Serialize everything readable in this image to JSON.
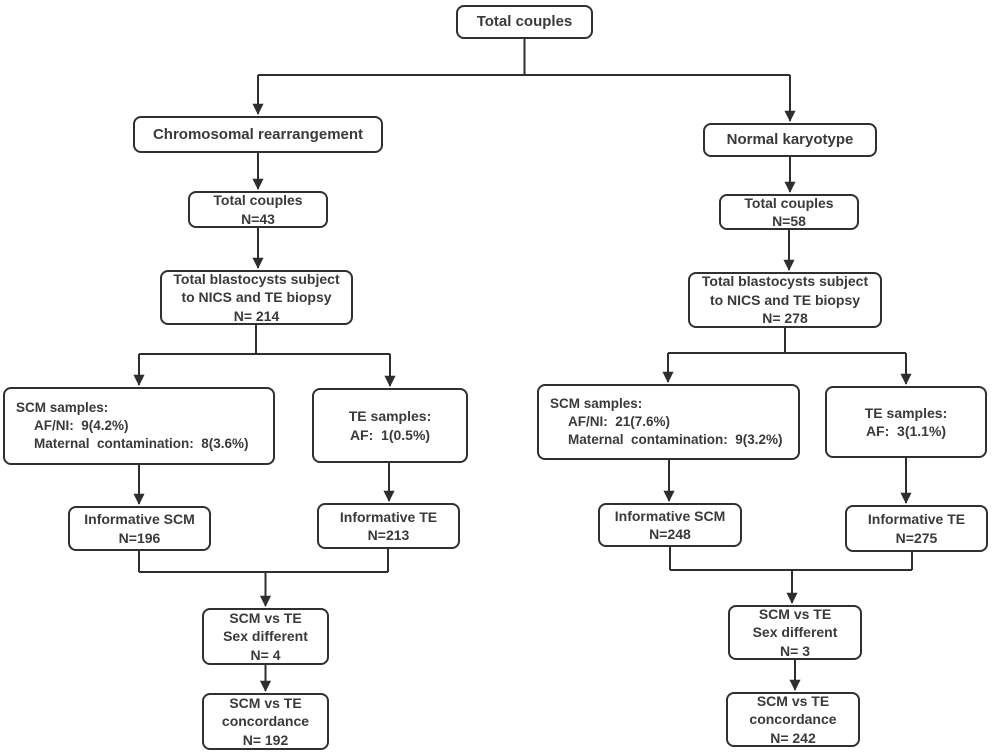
{
  "diagram": {
    "root": {
      "label": "Total couples"
    },
    "left_branch": {
      "header": "Chromosomal rearrangement",
      "total_couples": {
        "title": "Total couples",
        "n": "N=43"
      },
      "blastocysts": {
        "line1": "Total blastocysts subject",
        "line2": "to NICS and TE biopsy",
        "n": "N= 214"
      },
      "scm_samples": {
        "title": "SCM samples:",
        "af_ni": "AF/NI:  9(4.2%)",
        "maternal": "Maternal  contamination:  8(3.6%)"
      },
      "te_samples": {
        "title": "TE samples:",
        "af": "AF:  1(0.5%)"
      },
      "informative_scm": {
        "title": "Informative SCM",
        "n": "N=196"
      },
      "informative_te": {
        "title": "Informative TE",
        "n": "N=213"
      },
      "sex_different": {
        "line1": "SCM vs TE",
        "line2": "Sex different",
        "n": "N= 4"
      },
      "concordance": {
        "line1": "SCM vs TE",
        "line2": "concordance",
        "n": "N= 192"
      }
    },
    "right_branch": {
      "header": "Normal karyotype",
      "total_couples": {
        "title": "Total couples",
        "n": "N=58"
      },
      "blastocysts": {
        "line1": "Total blastocysts subject",
        "line2": "to NICS and TE biopsy",
        "n": "N= 278"
      },
      "scm_samples": {
        "title": "SCM samples:",
        "af_ni": "AF/NI:  21(7.6%)",
        "maternal": "Maternal  contamination:  9(3.2%)"
      },
      "te_samples": {
        "title": "TE samples:",
        "af": "AF:  3(1.1%)"
      },
      "informative_scm": {
        "title": "Informative SCM",
        "n": "N=248"
      },
      "informative_te": {
        "title": "Informative TE",
        "n": "N=275"
      },
      "sex_different": {
        "line1": "SCM vs TE",
        "line2": "Sex different",
        "n": "N= 3"
      },
      "concordance": {
        "line1": "SCM vs TE",
        "line2": "concordance",
        "n": "N= 242"
      }
    },
    "line_color": "#2e2e2e"
  }
}
